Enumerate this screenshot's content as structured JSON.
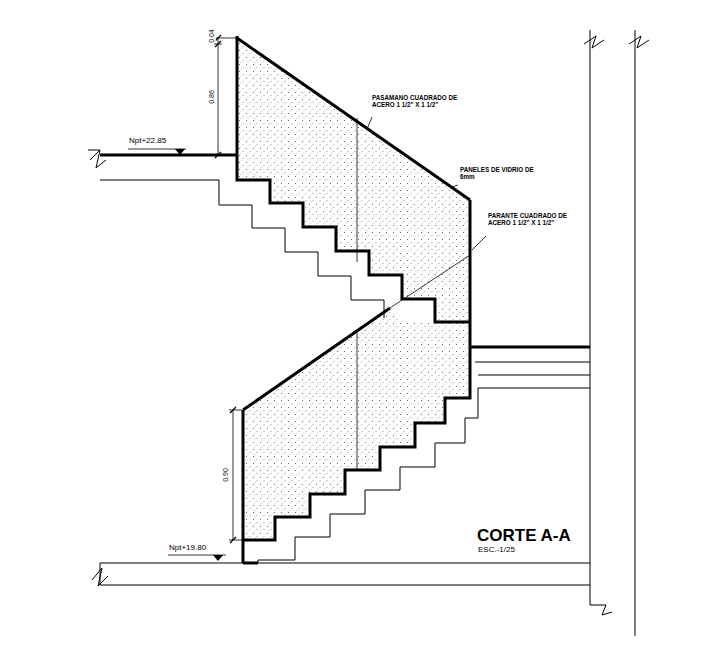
{
  "diagram": {
    "title": "CORTE A-A",
    "labels": [
      "0.04",
      "0.86",
      "Npt+22.85",
      "PASAMANO CUADRADO DE ACERO 1 1/2\" X 1 1/2\"",
      "PANELES DE VIDRIO DE 6mm",
      "PARANTE CUADRADO DE ACERO 1 1/2\" X 1 1/2\"",
      "0.90",
      "Npt+19.80",
      "ESC.-1/25"
    ]
  }
}
